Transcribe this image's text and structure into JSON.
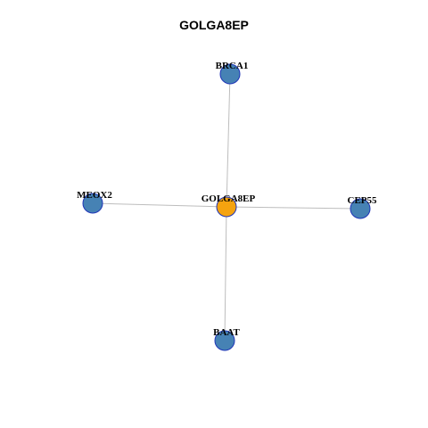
{
  "title": "GOLGA8EP",
  "colors": {
    "center_node": "#f5a30f",
    "leaf_node": "#4682b4",
    "node_border": "#1f35b8",
    "edge": "#bdbdbd"
  },
  "nodes": [
    {
      "id": "GOLGA8EP",
      "label": "GOLGA8EP",
      "role": "center"
    },
    {
      "id": "BRCA1",
      "label": "BRCA1",
      "role": "leaf"
    },
    {
      "id": "MEOX2",
      "label": "MEOX2",
      "role": "leaf"
    },
    {
      "id": "CEP55",
      "label": "CEP55",
      "role": "leaf"
    },
    {
      "id": "BAAT",
      "label": "BAAT",
      "role": "leaf"
    }
  ],
  "edges": [
    {
      "source": "GOLGA8EP",
      "target": "BRCA1"
    },
    {
      "source": "GOLGA8EP",
      "target": "MEOX2"
    },
    {
      "source": "GOLGA8EP",
      "target": "CEP55"
    },
    {
      "source": "GOLGA8EP",
      "target": "BAAT"
    }
  ]
}
